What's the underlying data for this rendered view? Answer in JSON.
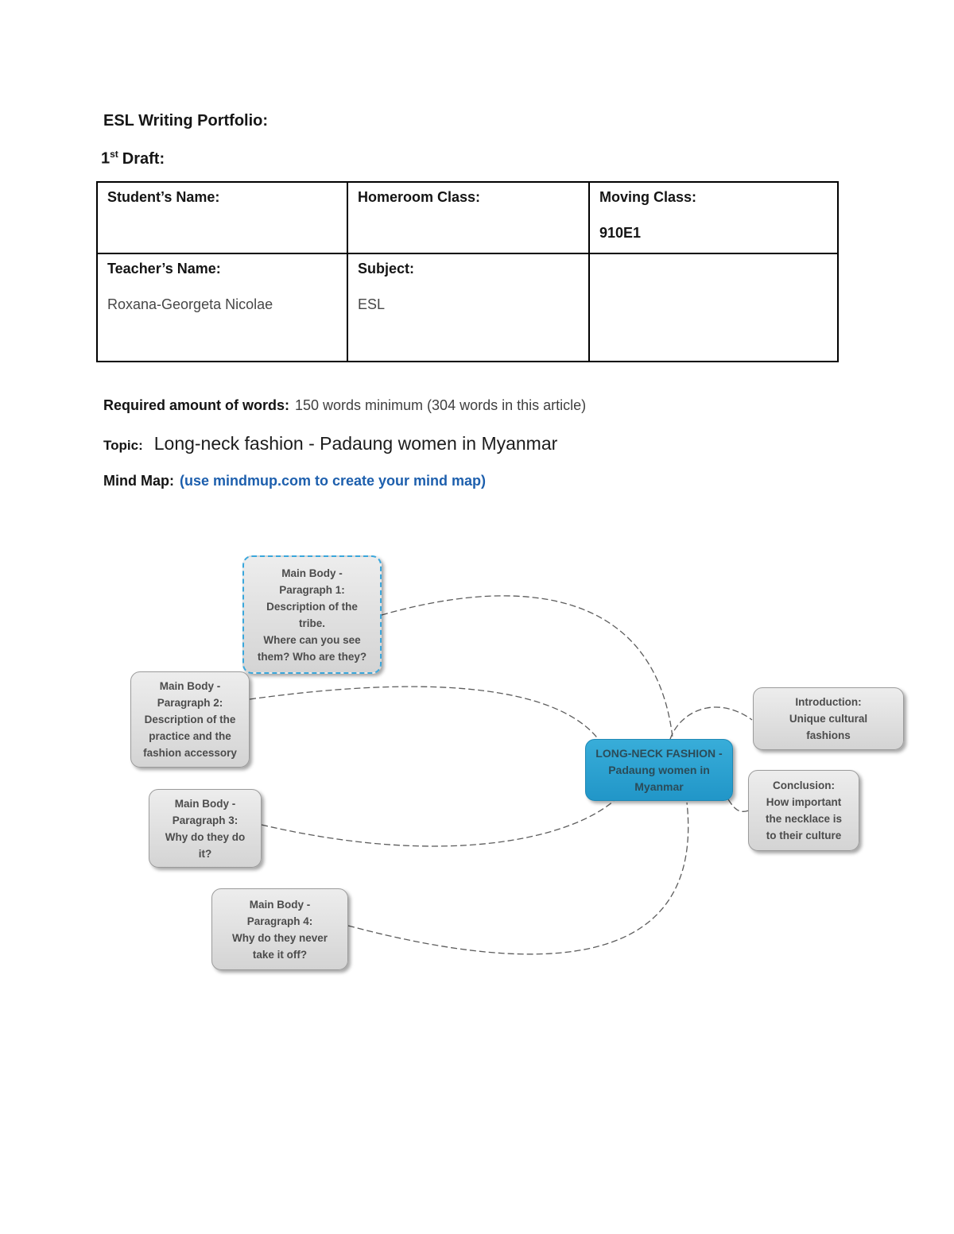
{
  "document": {
    "title": "ESL Writing Portfolio:",
    "draft": {
      "number": "1",
      "ordinal": "st",
      "rest": "Draft:"
    },
    "info_table": {
      "cells": [
        {
          "label": "Student’s Name:",
          "value": ""
        },
        {
          "label": "Homeroom Class:",
          "value": ""
        },
        {
          "label": "Moving Class:",
          "value": "910E1"
        },
        {
          "label": "Teacher’s Name:",
          "value": "Roxana-Georgeta Nicolae"
        },
        {
          "label": "Subject:",
          "value": "ESL"
        },
        {
          "label": "",
          "value": ""
        }
      ]
    },
    "required_words": {
      "label": "Required amount of words:",
      "value": "150 words minimum (304 words in this article)"
    },
    "topic": {
      "label": "Topic:",
      "value": "Long-neck fashion - Padaung women in Myanmar"
    },
    "mind_map": {
      "label": "Mind Map:",
      "note": "(use mindmup.com to create your mind map)",
      "note_color": "#1d5fad"
    }
  },
  "mindmap": {
    "accent_color": "#2ba4d6",
    "selected_border_color": "#3aa7dc",
    "nodes": [
      {
        "id": "main-body-paragraph-1",
        "text": "Main Body -\nParagraph 1:\nDescription of the\ntribe.\nWhere can you see\nthem? Who are they?"
      },
      {
        "id": "main-body-paragraph-2",
        "text": "Main Body -\nParagraph 2:\nDescription of the\npractice and the\nfashion accessory"
      },
      {
        "id": "main-body-paragraph-3",
        "text": "Main Body -\nParagraph 3:\nWhy do they do\nit?"
      },
      {
        "id": "main-body-paragraph-4",
        "text": "Main Body -\nParagraph 4:\nWhy do they never\ntake it off?"
      },
      {
        "id": "central-topic",
        "text": "LONG-NECK FASHION -\nPadaung women in\nMyanmar"
      },
      {
        "id": "introduction",
        "text": "Introduction:\nUnique cultural\nfashions"
      },
      {
        "id": "conclusion",
        "text": "Conclusion:\nHow important\nthe necklace is\nto their culture"
      }
    ]
  }
}
